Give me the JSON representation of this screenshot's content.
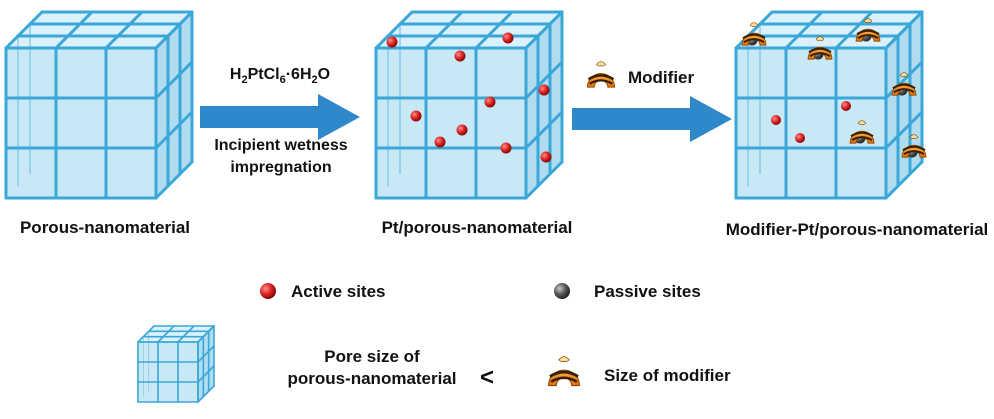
{
  "labels": {
    "porous": "Porous-nanomaterial",
    "pt_porous": "Pt/porous-nanomaterial",
    "modifier_pt": "Modifier-Pt/porous-nanomaterial"
  },
  "step1": {
    "formula": {
      "a": "H",
      "a_sub": "2",
      "b": "PtCl",
      "b_sub": "6",
      "c": "·6H",
      "c_sub": "2",
      "d": "O"
    },
    "method_line1": "Incipient wetness",
    "method_line2": "impregnation"
  },
  "step2": {
    "label": "Modifier"
  },
  "legend": {
    "active": "Active sites",
    "passive": "Passive sites",
    "pore_line1": "Pore size of",
    "pore_line2": "porous-nanomaterial",
    "comparator": "<",
    "modifier_size": "Size of modifier"
  },
  "colors": {
    "frame": "#3aa7d8",
    "face_front": "#bfe4f4",
    "face_top": "#d6eef9",
    "face_side": "#a8d8ee",
    "arrow": "#2f88c9",
    "active_site": "#d92020",
    "passive_site": "#555555",
    "modifier": "#f28c1c"
  }
}
